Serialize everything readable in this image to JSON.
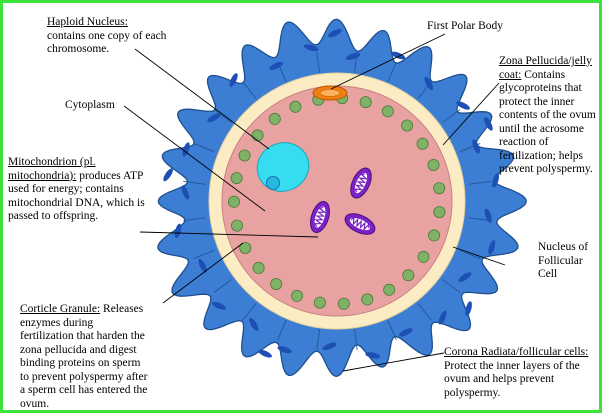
{
  "colors": {
    "frame": "#3be33b",
    "corona": "#3c7ed4",
    "corona_stroke": "#1f4f8f",
    "cell_nucleus": "#1d4fb5",
    "zona": "#fbecc4",
    "cytoplasm": "#e8a2a2",
    "granule": "#7fb266",
    "mitochondrion": "#7b22c2",
    "haploid_nucleus": "#36dcf0",
    "polar_body": "#f07e14"
  },
  "labels": {
    "haploid_title": "Haploid Nucleus:",
    "haploid_desc_1": "contains one copy of each",
    "haploid_desc_2": "chromosome.",
    "first_polar": "First Polar Body",
    "zona_title_1": "Zona Pellucida/jelly",
    "zona_title_2": "coat:",
    "zona_desc_1": " Contains",
    "zona_desc_2": "glycoproteins that",
    "zona_desc_3": "protect the inner",
    "zona_desc_4": "contents of the ovum",
    "zona_desc_5": "until the acrosome",
    "zona_desc_6": "reaction of",
    "zona_desc_7": "fertilization; helps",
    "zona_desc_8": "prevent polyspermy.",
    "cytoplasm": "Cytoplasm",
    "mito_title_1": "Mitochondrion (pl.",
    "mito_title_2": "mitochondria):",
    "mito_desc_1": " produces ATP",
    "mito_desc_2": "used for energy; contains",
    "mito_desc_3": "mitochondrial DNA, which is",
    "mito_desc_4": "passed to offspring.",
    "nucleus_fc_1": "Nucleus of",
    "nucleus_fc_2": "Follicular",
    "nucleus_fc_3": "Cell",
    "cortical_title": "Corticle Granule:",
    "cortical_desc_1": " Releases",
    "cortical_desc_2": "enzymes during",
    "cortical_desc_3": "fertilization that harden the",
    "cortical_desc_4": "zona pellucida and digest",
    "cortical_desc_5": "binding proteins on sperm",
    "cortical_desc_6": "to prevent polyspermy after",
    "cortical_desc_7": "a sperm cell has entered the",
    "cortical_desc_8": "ovum.",
    "corona_title": "Corona Radiata/follicular cells:",
    "corona_desc_1": "Protect the inner layers of the",
    "corona_desc_2": "ovum and helps prevent",
    "corona_desc_3": "polyspermy."
  }
}
